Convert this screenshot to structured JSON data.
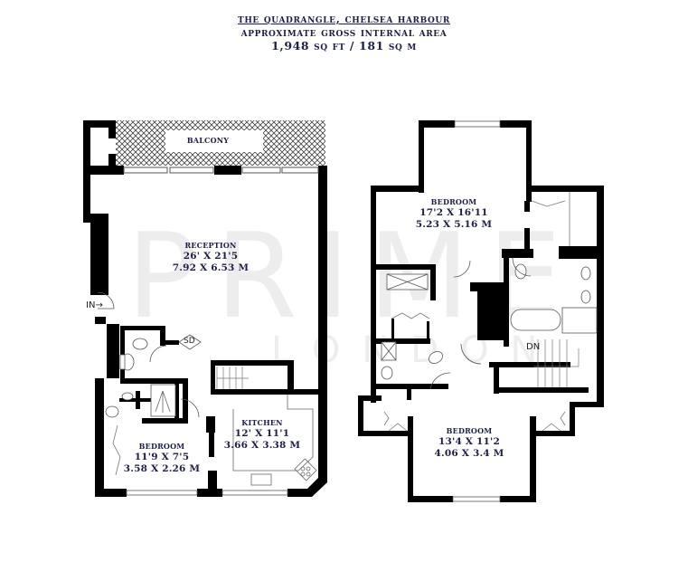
{
  "header": {
    "line1": "The Quadrangle, Chelsea Harbour",
    "line2": "Approximate Gross Internal Area",
    "line3": "1,948 sq ft / 181 sq m"
  },
  "watermark": {
    "text_main": "PRIME",
    "text_sub": "LONDON",
    "color": "#e8e8e8"
  },
  "colors": {
    "wall": "#000000",
    "label": "#1c1f4a",
    "background": "#ffffff"
  },
  "ground_floor": {
    "balcony": {
      "name": "Balcony"
    },
    "rooms": [
      {
        "name": "Reception",
        "imperial": "26' X 21'5",
        "metric": "7.92 X 6.53 M"
      },
      {
        "name": "Kitchen",
        "imperial": "12' X 11'1",
        "metric": "3.66 X 3.38 M"
      },
      {
        "name": "Bedroom",
        "imperial": "11'9 X 7'5",
        "metric": "3.58 X 2.26 M"
      }
    ],
    "tags": {
      "entrance": "IN",
      "storage": "SD"
    }
  },
  "first_floor": {
    "rooms": [
      {
        "name": "Bedroom",
        "imperial": "17'2 X 16'11",
        "metric": "5.23 X 5.16 M"
      },
      {
        "name": "Bedroom",
        "imperial": "13'4 X 11'2",
        "metric": "4.06 X 3.4 M"
      }
    ],
    "tags": {
      "stairs_down": "DN"
    }
  }
}
